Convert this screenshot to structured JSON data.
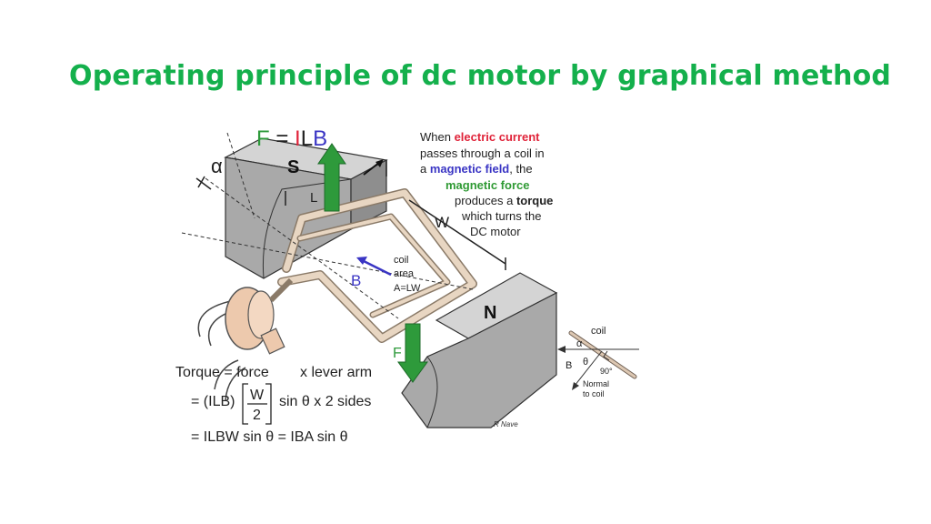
{
  "slide": {
    "title": "Operating principle of dc motor by graphical method"
  },
  "diagram": {
    "formula": {
      "F": "F",
      "eq": " = ",
      "I": "I",
      "L": "L",
      "B": "B"
    },
    "alpha": "α",
    "south_pole": "S",
    "north_pole": "N",
    "label_L": "L",
    "label_W": "W",
    "label_B": "B",
    "label_F": "F",
    "coil_area": [
      "coil",
      "area",
      "A=LW"
    ],
    "description": {
      "line1_a": "When ",
      "line1_b": "electric current",
      "line2": "passes through a  coil in",
      "line3_a": "a ",
      "line3_b": "magnetic field",
      "line3_c": ", the",
      "line4": "magnetic force",
      "line5_a": "produces a ",
      "line5_b": "torque",
      "line6": "which turns the",
      "line7": "DC motor"
    },
    "torque": {
      "line1_a": "Torque = force",
      "line1_b": "x lever arm",
      "line2_a": "= (ILB)",
      "line2_num": "W",
      "line2_den": "2",
      "line2_b": "sin θ  x  2 sides",
      "line3": "= ILBW sin θ = IBA sin θ"
    },
    "inset": {
      "coil": "coil",
      "alpha": "α",
      "B": "B",
      "theta": "θ",
      "ninety": "90°",
      "normal_1": "Normal",
      "normal_2": "to coil"
    },
    "credit": "R Nave",
    "colors": {
      "title": "#14b04c",
      "red": "#e0243a",
      "blue": "#3a35c4",
      "green": "#2f9a34",
      "arrow_green": "#2e9a3b"
    }
  }
}
